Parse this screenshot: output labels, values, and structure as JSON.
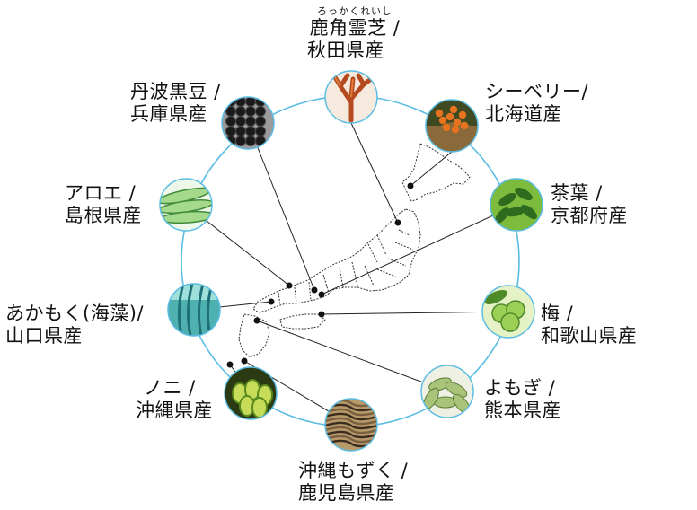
{
  "colors": {
    "ring": "#5bbde4",
    "connector": "#222222",
    "map_stroke": "#333333",
    "text": "#111111"
  },
  "center_map_icon": "japan-prefecture-map",
  "items": [
    {
      "id": "rokkaku",
      "ruby": "ろっかくれいし",
      "name": "鹿角霊芝 /",
      "origin": "秋田県産",
      "icon": "reishi-mushroom-photo",
      "photo_colors": [
        "#b54a1e",
        "#e07a3a",
        "#f6e9dd"
      ]
    },
    {
      "id": "seaberry",
      "ruby": "",
      "name": "シーベリー/",
      "origin": "北海道産",
      "icon": "sea-buckthorn-berries-photo",
      "photo_colors": [
        "#3f4a22",
        "#e8731f",
        "#8a6a3a"
      ]
    },
    {
      "id": "tea",
      "ruby": "",
      "name": "茶葉 /",
      "origin": "京都府産",
      "icon": "tea-leaves-photo",
      "photo_colors": [
        "#2f6b1f",
        "#7cbb3c",
        "#c8e6a0"
      ]
    },
    {
      "id": "ume",
      "ruby": "",
      "name": "梅 /",
      "origin": "和歌山県産",
      "icon": "green-ume-plums-photo",
      "photo_colors": [
        "#4f8a2a",
        "#9bcf55",
        "#e4f2c6"
      ]
    },
    {
      "id": "yomogi",
      "ruby": "",
      "name": "よもぎ /",
      "origin": "熊本県産",
      "icon": "mugwort-leaves-photo",
      "photo_colors": [
        "#5d7f3a",
        "#a9c47a",
        "#eef0e4"
      ]
    },
    {
      "id": "mozuku",
      "ruby": "",
      "name": "沖縄もずく /",
      "origin": "鹿児島県産",
      "icon": "mozuku-seaweed-photo",
      "photo_colors": [
        "#3a2c1e",
        "#7a6040",
        "#b89a6a"
      ]
    },
    {
      "id": "noni",
      "ruby": "",
      "name": "ノニ /",
      "origin": "沖縄県産",
      "icon": "noni-fruit-photo",
      "photo_colors": [
        "#5a8a1e",
        "#c7dd5a",
        "#2b3a12"
      ]
    },
    {
      "id": "akamoku",
      "ruby": "",
      "name": "あかもく(海藻)/",
      "origin": "山口県産",
      "icon": "underwater-seaweed-photo",
      "photo_colors": [
        "#1f6f78",
        "#4fb0b0",
        "#9fe0da"
      ]
    },
    {
      "id": "aloe",
      "ruby": "",
      "name": "アロエ /",
      "origin": "島根県産",
      "icon": "aloe-leaves-photo",
      "photo_colors": [
        "#3f8a3a",
        "#a5d98c",
        "#eef8ea"
      ]
    },
    {
      "id": "kuromame",
      "ruby": "",
      "name": "丹波黒豆 /",
      "origin": "兵庫県産",
      "icon": "black-soybeans-photo",
      "photo_colors": [
        "#1a1a1a",
        "#4a4a4a",
        "#9a9a9a"
      ]
    }
  ]
}
